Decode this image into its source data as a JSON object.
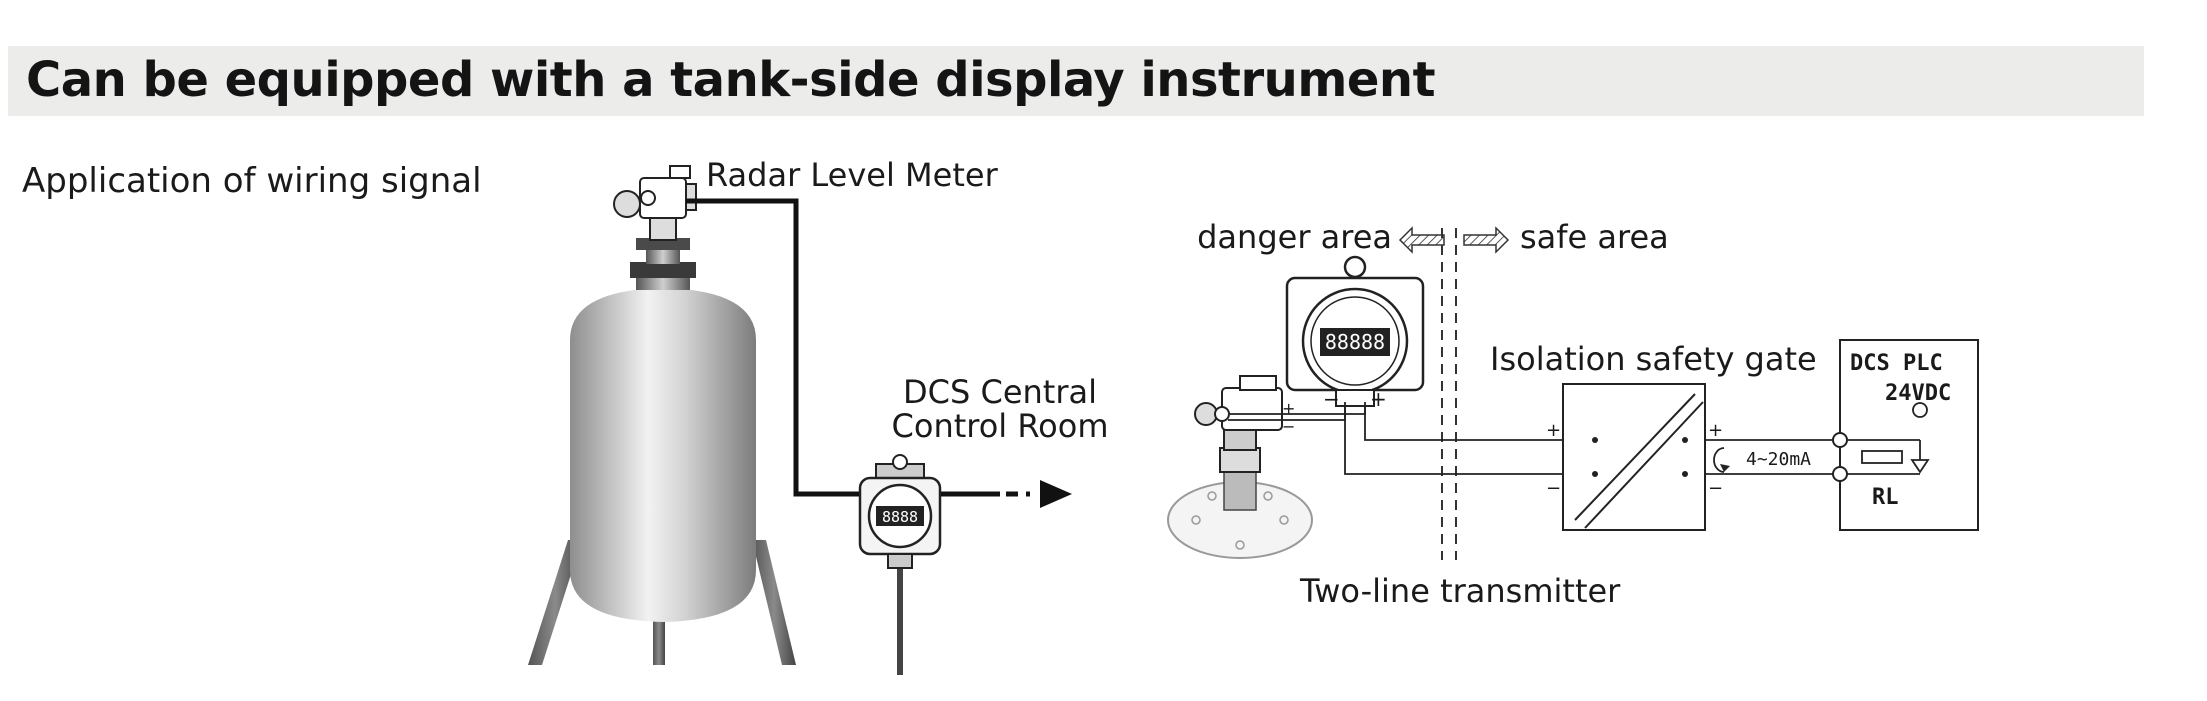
{
  "header": {
    "title": "Can be equipped with a tank-side display instrument"
  },
  "labels": {
    "application": "Application of wiring signal",
    "radar_level_meter": "Radar Level Meter",
    "dcs_line1": "DCS Central",
    "dcs_line2": "Control Room",
    "danger_area": "danger area",
    "safe_area": "safe area",
    "isolation_gate": "Isolation safety gate",
    "dcs_plc": "DCS PLC",
    "vdc": "24VDC",
    "current": "4~20mA",
    "rl": "RL",
    "two_line": "Two-line transmitter",
    "display_digits": "88888",
    "small_digits": "8888",
    "plus": "+",
    "minus": "−"
  }
}
